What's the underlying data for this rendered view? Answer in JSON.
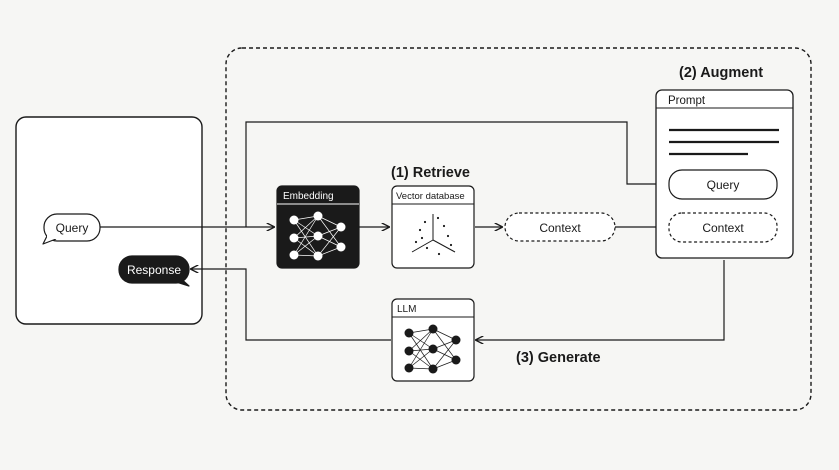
{
  "client": {
    "query_label": "Query",
    "response_label": "Response"
  },
  "steps": {
    "retrieve": "(1) Retrieve",
    "augment": "(2) Augment",
    "generate": "(3) Generate"
  },
  "nodes": {
    "embedding": "Embedding",
    "vector_db": "Vector database",
    "context": "Context",
    "llm": "LLM"
  },
  "prompt": {
    "title": "Prompt",
    "query_label": "Query",
    "context_label": "Context"
  },
  "colors": {
    "background": "#f6f6f4",
    "ink": "#1a1a1a",
    "dark_fill": "#1a1a1a",
    "light_fill": "#ffffff"
  }
}
